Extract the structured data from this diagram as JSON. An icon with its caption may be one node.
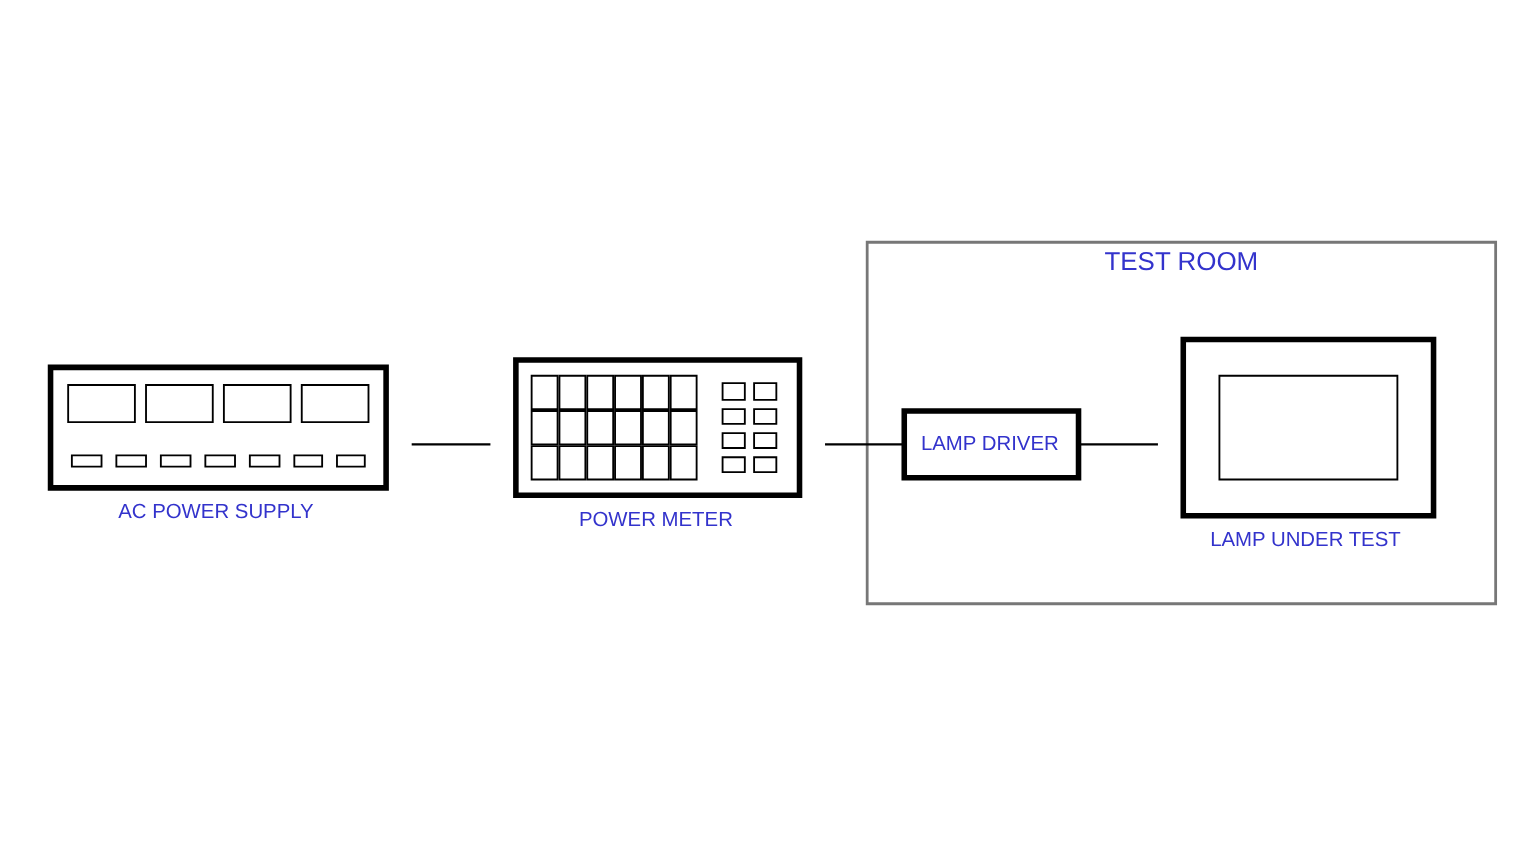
{
  "diagram": {
    "nodes": [
      {
        "text": [
          "AC POWER SUPPLY"
        ]
      },
      {
        "text": [
          "POWER METER"
        ]
      },
      {
        "text": [
          "TEST ROOM"
        ]
      },
      {
        "text": [
          "LAMP DRIVER"
        ],
        "in": 2
      },
      {
        "text": [
          "LAMP UNDER TEST"
        ],
        "in": 2
      }
    ],
    "edges": [
      {
        "from": 0,
        "to": 1,
        "arrow": "none"
      },
      {
        "from": 1,
        "to": 3,
        "arrow": "none"
      },
      {
        "from": 3,
        "to": 4,
        "arrow": "none"
      }
    ]
  }
}
